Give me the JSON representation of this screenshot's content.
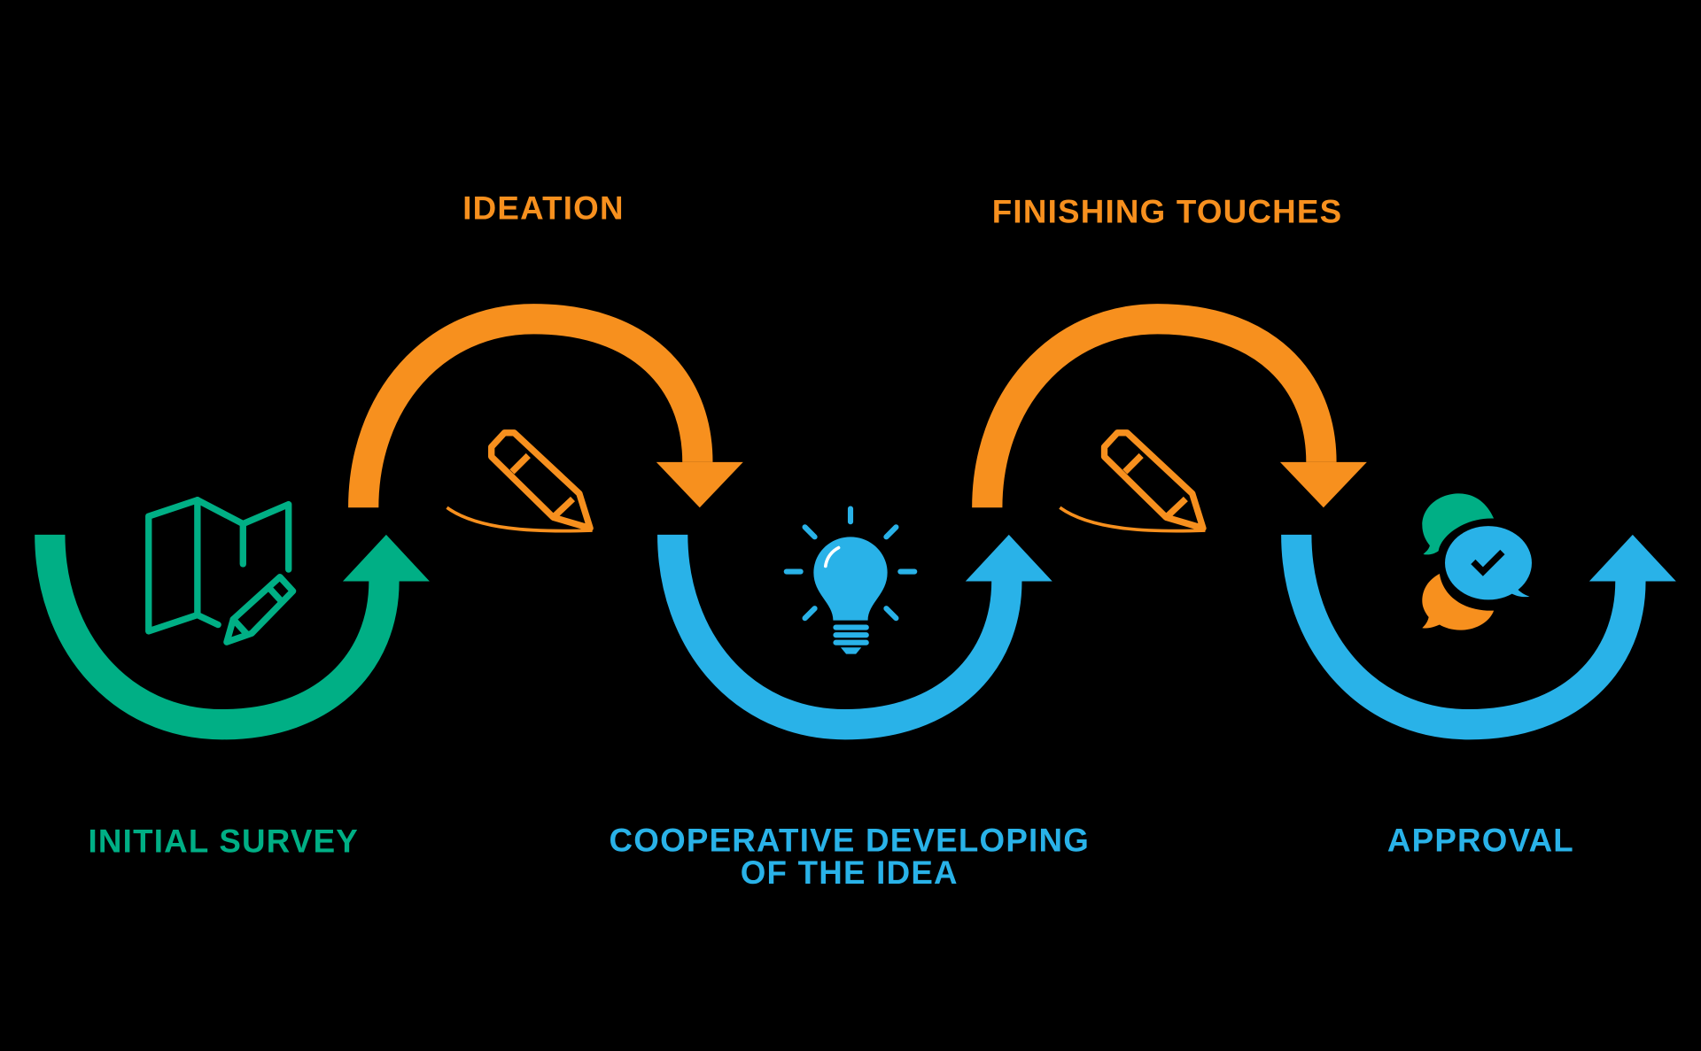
{
  "colors": {
    "green": "#00AF85",
    "orange": "#F7901E",
    "blue": "#29B2E8",
    "background": "#000000"
  },
  "steps": [
    {
      "label": "INITIAL SURVEY",
      "icon": "map-pencil-icon",
      "color": "green"
    },
    {
      "label": "IDEATION",
      "icon": "pencil-icon",
      "color": "orange"
    },
    {
      "label_line1": "COOPERATIVE DEVELOPING",
      "label_line2": "OF THE IDEA",
      "icon": "lightbulb-icon",
      "color": "blue"
    },
    {
      "label": "FINISHING TOUCHES",
      "icon": "pencil-icon",
      "color": "orange"
    },
    {
      "label": "APPROVAL",
      "icon": "chat-check-icon",
      "color": "blue"
    }
  ]
}
